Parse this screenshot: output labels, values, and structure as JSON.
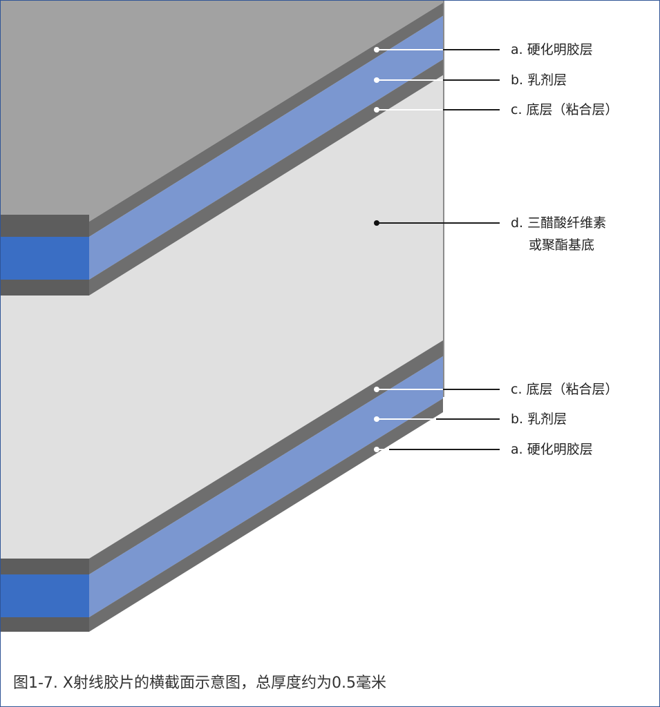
{
  "colors": {
    "gray_top": "#a2a2a2",
    "gray_dark": "#6e6e6e",
    "gray_dark_front": "#5d5d5d",
    "blue_face": "#7b97d0",
    "blue_front": "#3a6ec4",
    "base_face": "#e0e0e0",
    "leader_line": "#1a1a1a",
    "marker_white": "#ffffff"
  },
  "labels": {
    "top_a": "a. 硬化明胶层",
    "top_b": "b. 乳剂层",
    "top_c": "c. 底层（粘合层）",
    "base_line1": "d. 三醋酸纤维素",
    "base_line2": "或聚酯基底",
    "bottom_c": "c. 底层（粘合层）",
    "bottom_b": "b. 乳剂层",
    "bottom_a": "a. 硬化明胶层"
  },
  "caption": "图1-7. X射线胶片的横截面示意图，总厚度约为0.5毫米"
}
